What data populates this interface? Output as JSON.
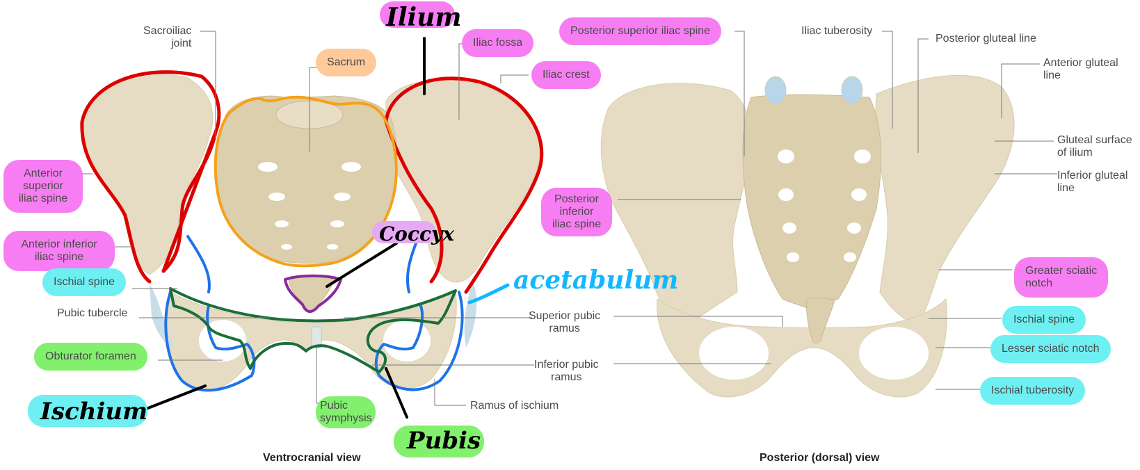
{
  "views": {
    "left_caption": "Ventrocranial view",
    "right_caption": "Posterior (dorsal) view"
  },
  "left_labels": {
    "sacroiliac_joint": "Sacroiliac\njoint",
    "ilium_hand": "Ilium",
    "iliac_fossa": "Iliac fossa",
    "sacrum": "Sacrum",
    "iliac_crest": "Iliac crest",
    "anterior_superior_iliac_spine": "Anterior superior iliac spine",
    "anterior_inferior_iliac_spine": "Anterior inferior iliac spine",
    "coccyx_hand": "Coccyx",
    "acetabulum_hand": "acetabulum",
    "ischial_spine": "Ischial spine",
    "pubic_tubercle": "Pubic tubercle",
    "superior_pubic_ramus": "Superior pubic\nramus",
    "obturator_foramen": "Obturator foramen",
    "inferior_pubic_ramus": "Inferior pubic\nramus",
    "ischium_hand": "Ischium",
    "pubic_symphysis": "Pubic\nsymphysis",
    "ramus_of_ischium": "Ramus of ischium",
    "pubis_hand": "Pubis"
  },
  "right_labels": {
    "posterior_superior_iliac_spine": "Posterior superior iliac spine",
    "iliac_tuberosity": "Iliac tuberosity",
    "posterior_gluteal_line": "Posterior gluteal line",
    "anterior_gluteal_line": "Anterior gluteal\nline",
    "gluteal_surface": "Gluteal surface\nof ilium",
    "inferior_gluteal_line": "Inferior gluteal\nline",
    "posterior_inferior_iliac_spine": "Posterior inferior iliac spine",
    "greater_sciatic_notch": "Greater sciatic\nnotch",
    "ischial_spine": "Ischial spine",
    "lesser_sciatic_notch": "Lesser sciatic notch",
    "ischial_tuberosity": "Ischial tuberosity"
  },
  "colors": {
    "ilium_outline": "#dd0000",
    "sacrum_outline": "#f5a11a",
    "ischium_outline": "#1e73e8",
    "pubis_outline": "#1a6e3a",
    "coccyx_outline": "#8a2a9a",
    "bone": "#e6dcc4",
    "bone_shade": "#cdbf9e",
    "pill_pink": "#f77ef2",
    "pill_cyan": "#6ef0f3",
    "pill_green": "#82f06d",
    "pill_orange": "#ffc99a",
    "pill_lilac": "#e6a9f3"
  }
}
